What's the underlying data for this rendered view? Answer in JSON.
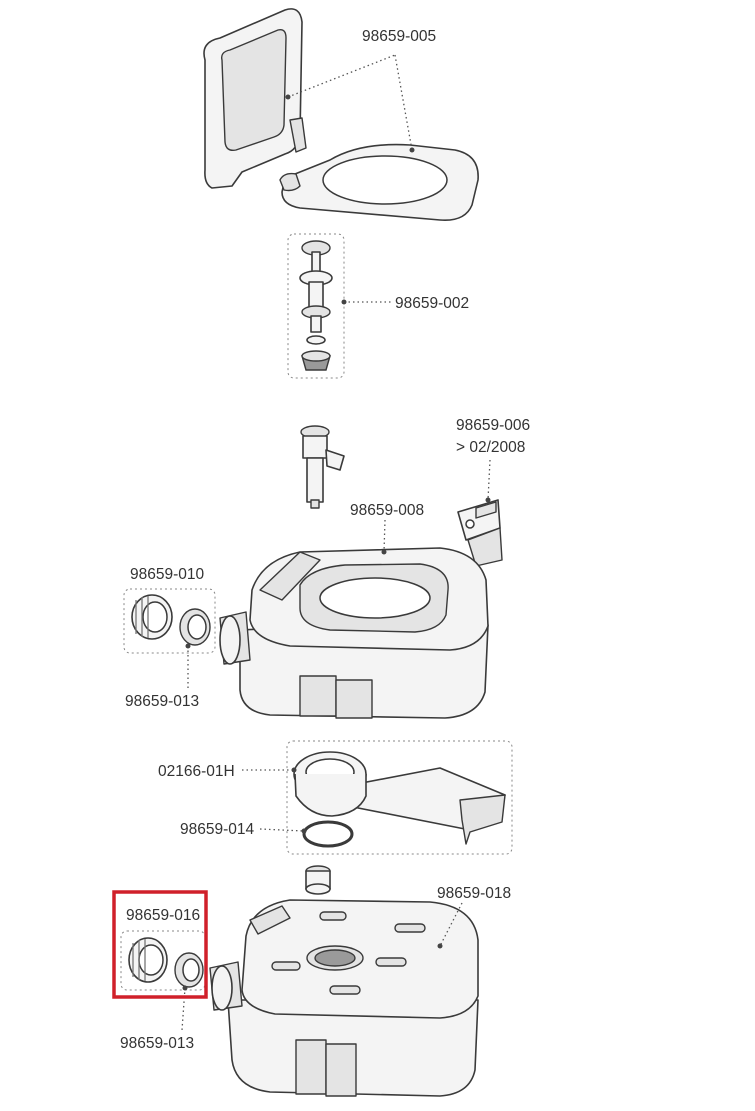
{
  "labels": {
    "seat_lid": "98659-005",
    "valve": "98659-002",
    "indicator": "98659-006",
    "indicator_note": "> 02/2008",
    "upper_tank": "98659-008",
    "cap_upper": "98659-010",
    "seal_upper": "98659-013",
    "slide_valve": "02166-01H",
    "oring": "98659-014",
    "lower_tank": "98659-018",
    "cap_lower": "98659-016",
    "seal_lower": "98659-013"
  },
  "highlight": {
    "target": "cap_lower",
    "color": "#d0202a"
  }
}
